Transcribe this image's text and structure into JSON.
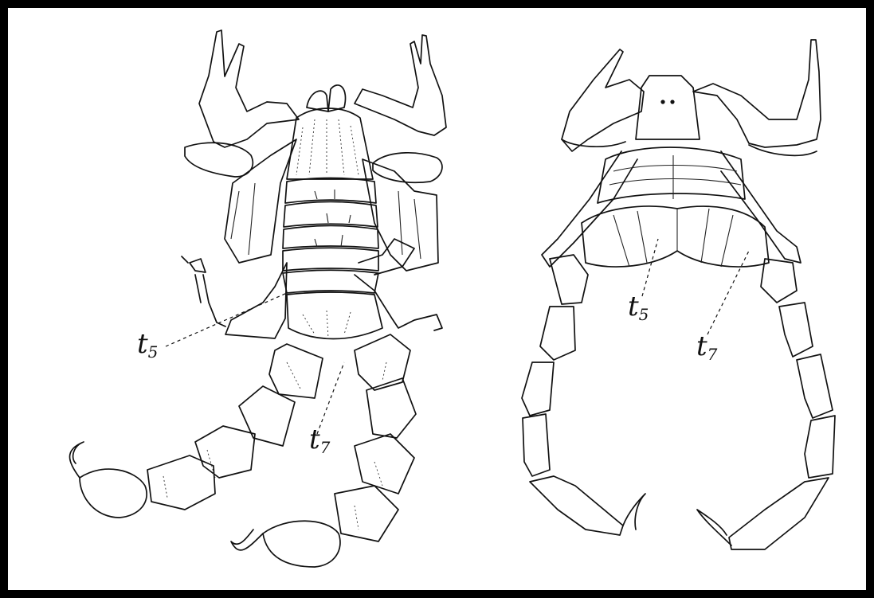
{
  "labels": {
    "dorsal_t5": {
      "letter": "t",
      "sub": "5"
    },
    "dorsal_t7": {
      "letter": "t",
      "sub": "7"
    },
    "ventral_t5": {
      "letter": "t",
      "sub": "5"
    },
    "ventral_t7": {
      "letter": "t",
      "sub": "7"
    }
  }
}
